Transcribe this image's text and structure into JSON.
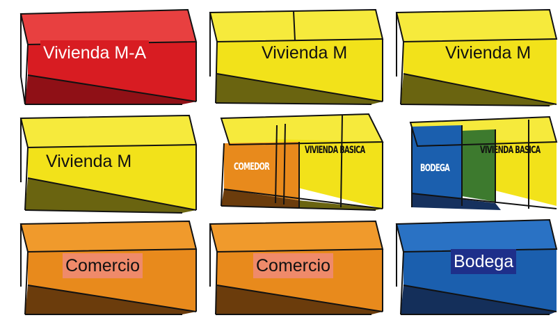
{
  "colors": {
    "red": "#d81c22",
    "yellow": "#f2e21a",
    "orange": "#e88a1c",
    "blue": "#1b5fae",
    "green": "#3d7a2e",
    "comercio_label_bg": "#ef8a6a",
    "bodega_label_bg": "#1e2f8a"
  },
  "cells": [
    {
      "label": "Vivienda M-A",
      "color": "red"
    },
    {
      "label": "Vivienda M",
      "color": "yellow"
    },
    {
      "label": "Vivienda M",
      "color": "yellow"
    },
    {
      "label": "Vivienda M",
      "color": "yellow"
    },
    {
      "label_left": "COMEDOR",
      "label_right": "VIVIENDA BASICA",
      "color_left": "orange",
      "color_right": "yellow"
    },
    {
      "label_left": "BODEGA",
      "label_right": "VIVIENDA BASICA",
      "color_left": "blue",
      "color_middle": "green",
      "color_right": "yellow"
    },
    {
      "label": "Comercio",
      "color": "orange"
    },
    {
      "label": "Comercio",
      "color": "orange"
    },
    {
      "label": "Bodega",
      "color": "blue"
    }
  ]
}
